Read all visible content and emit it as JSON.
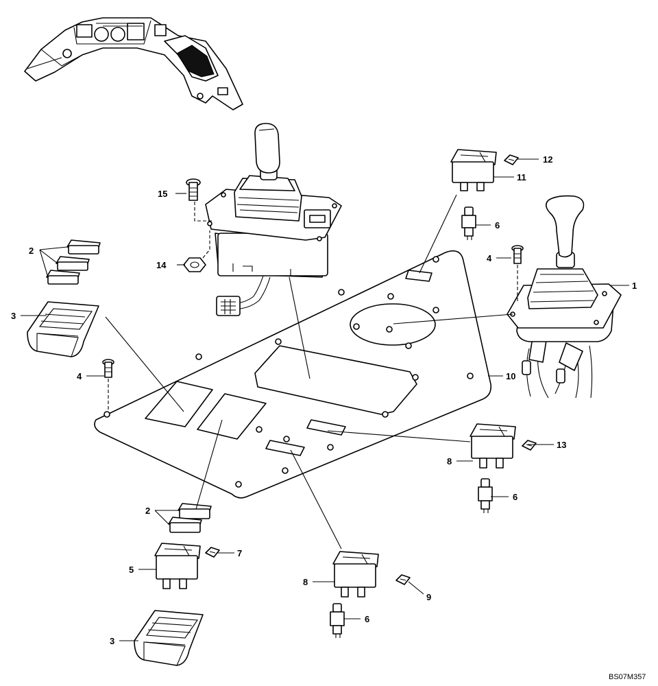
{
  "diagram_code": "BS07M357",
  "callouts": {
    "c1": "1",
    "c2a": "2",
    "c2b": "2",
    "c3a": "3",
    "c3b": "3",
    "c4a": "4",
    "c4b": "4",
    "c5": "5",
    "c6a": "6",
    "c6b": "6",
    "c6c": "6",
    "c7": "7",
    "c8a": "8",
    "c8b": "8",
    "c9": "9",
    "c10": "10",
    "c11": "11",
    "c12": "12",
    "c13": "13",
    "c14": "14",
    "c15": "15"
  }
}
